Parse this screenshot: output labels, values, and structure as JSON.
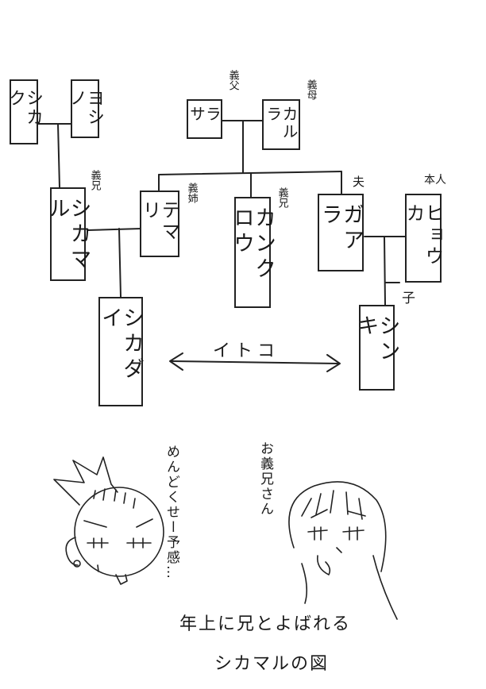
{
  "persons": {
    "shikaku": "シカク",
    "yoshino": "ヨシノ",
    "rasa": "ラサ",
    "karura": "カルラ",
    "shikamaru": "シカマル",
    "temari": "テマリ",
    "kankuro": "カンクロウ",
    "gaara": "ガアラ",
    "hyouka": "ヒョウカ",
    "shikadai": "シカダイ",
    "shinki": "シンキ"
  },
  "labels": {
    "adoptive_father": "義父",
    "adoptive_mother": "義母",
    "elder_brother_in_law_1": "義兄",
    "elder_sister_in_law": "義姉",
    "elder_brother_in_law_2": "義兄",
    "husband": "夫",
    "self": "本人",
    "child": "子"
  },
  "cousin_label": "イトコ",
  "sketch": {
    "shikadai_speech": "めんどくせー予感…",
    "kankuro_caption": "お義兄さん",
    "bottom_line_1": "年上に兄とよばれる",
    "bottom_line_2": "シカマルの図"
  }
}
